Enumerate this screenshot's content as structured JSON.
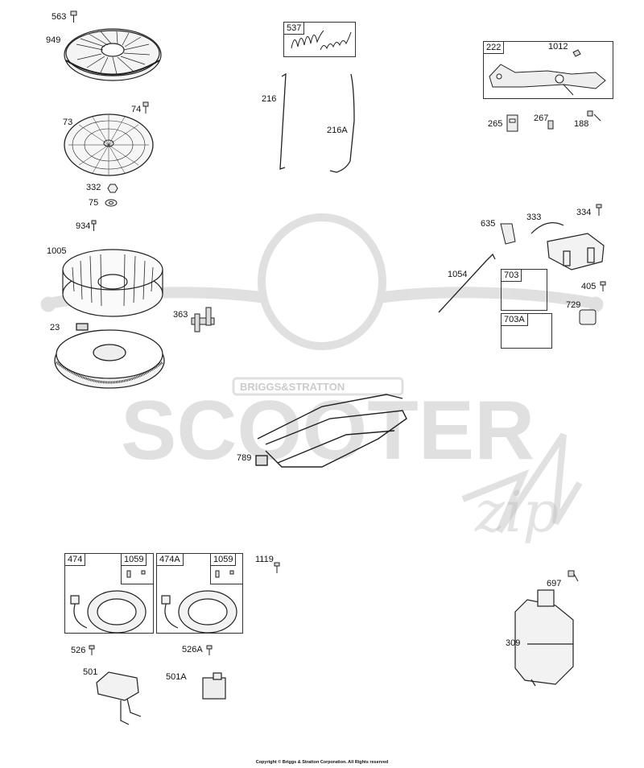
{
  "watermark": {
    "brand": "SCOOTER",
    "script": "zip",
    "badge": "BRIGGS&STRATTON"
  },
  "copyright": "Copyright © Briggs & Stratton Corporation. All Rights reserved",
  "parts": {
    "p563": "563",
    "p949": "949",
    "p74": "74",
    "p73": "73",
    "p332": "332",
    "p75": "75",
    "p934": "934",
    "p1005": "1005",
    "p23": "23",
    "p363": "363",
    "p537": "537",
    "p216": "216",
    "p216A": "216A",
    "p222": "222",
    "p1012": "1012",
    "p265": "265",
    "p267": "267",
    "p188": "188",
    "p635": "635",
    "p333": "333",
    "p334": "334",
    "p1054": "1054",
    "p703": "703",
    "p405": "405",
    "p729": "729",
    "p703A": "703A",
    "p789": "789",
    "p474": "474",
    "p1059a": "1059",
    "p474A": "474A",
    "p1059b": "1059",
    "p1119": "1119",
    "p697": "697",
    "p309": "309",
    "p526": "526",
    "p526A": "526A",
    "p501": "501",
    "p501A": "501A"
  }
}
